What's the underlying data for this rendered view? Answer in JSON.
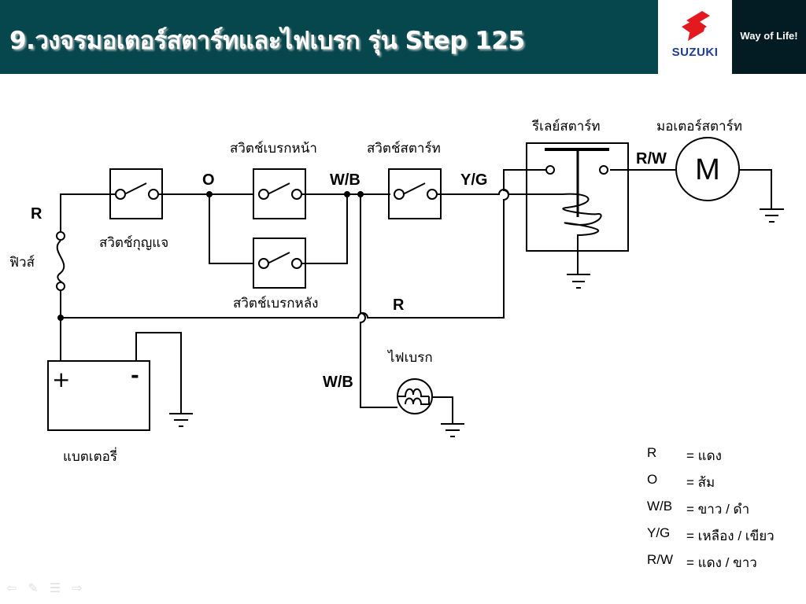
{
  "header": {
    "title": "9.วงจรมอเตอร์สตาร์ทและไฟเบรก รุ่น Step 125",
    "brand": "SUZUKI",
    "slogan": "Way of Life!",
    "colors": {
      "header_bg": "#06474d",
      "slogan_bg": "#031b22",
      "logo_red": "#e3191f",
      "logo_blue": "#1e3c96"
    }
  },
  "diagram": {
    "components": {
      "key_switch": "สวิตช์กุญแจ",
      "fuse": "ฟิวส์",
      "front_brake_switch": "สวิตช์เบรกหน้า",
      "rear_brake_switch": "สวิตช์เบรกหลัง",
      "starter_switch": "สวิตช์สตาร์ท",
      "starter_relay": "รีเลย์สตาร์ท",
      "starter_motor": "มอเตอร์สตาร์ท",
      "motor_symbol": "M",
      "brake_light": "ไฟเบรก",
      "battery": "แบตเตอรี่",
      "battery_plus": "+",
      "battery_minus": "-"
    },
    "wires": {
      "r_left": "R",
      "o": "O",
      "wb_top": "W/B",
      "yg": "Y/G",
      "rw": "R/W",
      "r_bottom": "R",
      "wb_lamp": "W/B"
    }
  },
  "legend": [
    {
      "code": "R",
      "meaning": "= แดง"
    },
    {
      "code": "O",
      "meaning": "= ส้ม"
    },
    {
      "code": "W/B",
      "meaning": "= ขาว / ดำ"
    },
    {
      "code": "Y/G",
      "meaning": "= เหลือง / เขียว"
    },
    {
      "code": "R/W",
      "meaning": "= แดง / ขาว"
    }
  ],
  "nav": [
    {
      "icon": "arrow-left-icon",
      "glyph": "⇦"
    },
    {
      "icon": "pen-icon",
      "glyph": "✎"
    },
    {
      "icon": "menu-icon",
      "glyph": "☰"
    },
    {
      "icon": "arrow-right-icon",
      "glyph": "⇨"
    }
  ]
}
